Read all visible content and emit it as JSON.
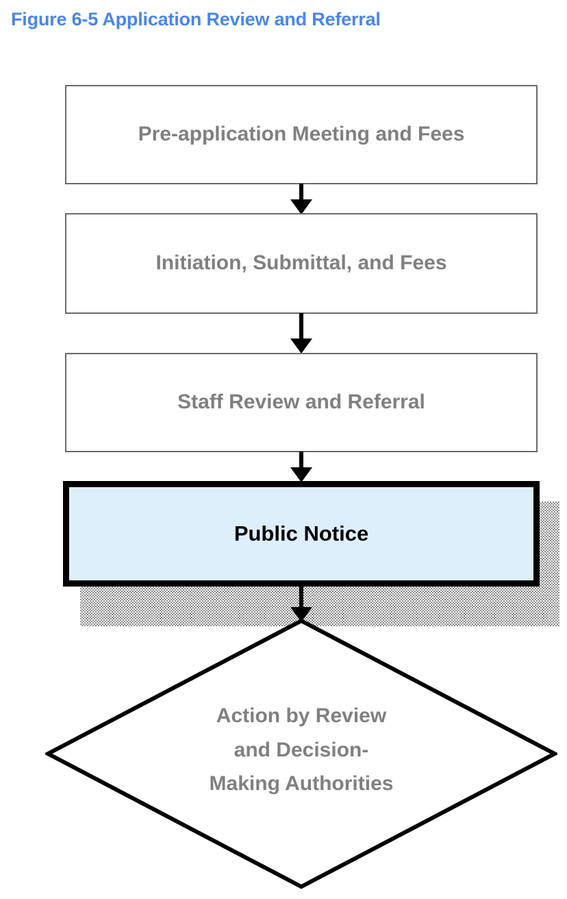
{
  "figure": {
    "title": "Figure 6-5 Application Review and Referral",
    "title_color": "#4a86e8"
  },
  "colors": {
    "title_blue": "#4a86e8",
    "box_border_gray": "#6a6a6a",
    "box_text_gray": "#808080",
    "highlight_fill": "#deeffc",
    "highlight_border": "#000000",
    "highlight_text": "#000000",
    "shadow_gray": "#8c8c8c",
    "diamond_border": "#000000",
    "arrow_black": "#000000",
    "background": "#ffffff"
  },
  "flowchart": {
    "type": "flowchart",
    "orientation": "top-to-bottom",
    "nodes": [
      {
        "id": "pre-application",
        "shape": "rectangle",
        "label": "Pre-application Meeting and Fees",
        "highlighted": false,
        "step": 1
      },
      {
        "id": "initiation",
        "shape": "rectangle",
        "label": "Initiation, Submittal, and Fees",
        "highlighted": false,
        "step": 2
      },
      {
        "id": "staff-review",
        "shape": "rectangle",
        "label": "Staff Review and Referral",
        "highlighted": false,
        "step": 3
      },
      {
        "id": "public-notice",
        "shape": "rectangle",
        "label": "Public Notice",
        "highlighted": true,
        "step": 4
      },
      {
        "id": "action-by-review",
        "shape": "diamond",
        "label": "Action by Review\nand Decision-\nMaking Authorities",
        "highlighted": false,
        "step": 5
      }
    ],
    "edges": [
      {
        "id": "edge-1",
        "from": "pre-application",
        "to": "initiation",
        "arrow": "down"
      },
      {
        "id": "edge-2",
        "from": "initiation",
        "to": "staff-review",
        "arrow": "down"
      },
      {
        "id": "edge-3",
        "from": "staff-review",
        "to": "public-notice",
        "arrow": "down"
      },
      {
        "id": "edge-4",
        "from": "public-notice",
        "to": "action-by-review",
        "arrow": "down"
      }
    ]
  }
}
